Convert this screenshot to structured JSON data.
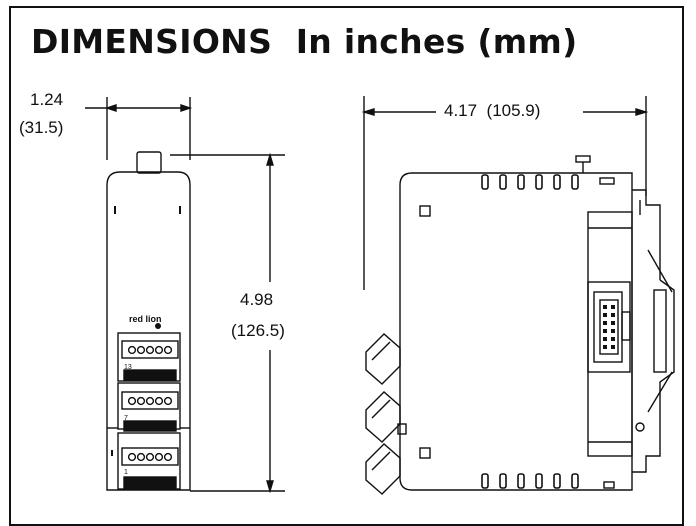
{
  "title": "DIMENSIONS  In inches (mm)",
  "dimensions": {
    "width_in": "1.24",
    "width_mm": "(31.5)",
    "height_in": "4.98",
    "height_mm": "(126.5)",
    "depth": "4.17  (105.9)"
  },
  "front_view": {
    "logo": "red lion",
    "terminal_labels": [
      "13",
      "7",
      "1"
    ]
  }
}
